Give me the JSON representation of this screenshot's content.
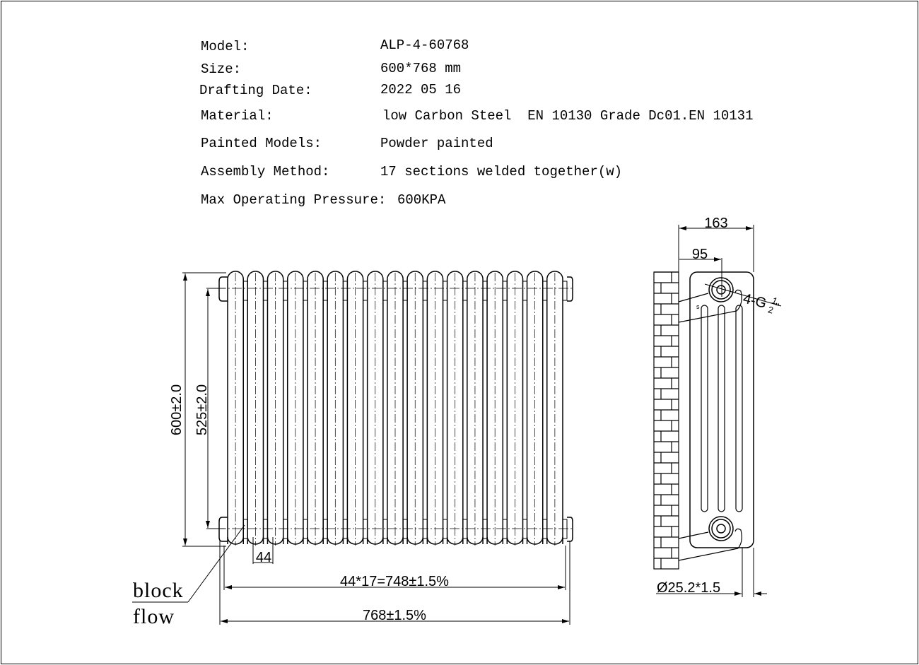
{
  "specs": [
    {
      "label": "Model:",
      "value": "ALP-4-60768"
    },
    {
      "label": "Size:",
      "value": "600*768 mm"
    },
    {
      "label": "Drafting Date:",
      "value": "2022 05 16"
    },
    {
      "label": "Material:",
      "value": "low Carbon Steel  EN 10130 Grade Dc01.EN 10131"
    },
    {
      "label": "Painted Models:",
      "value": "Powder painted"
    },
    {
      "label": "Assembly Method:",
      "value": "17 sections welded together(w)"
    },
    {
      "label": "Max Operating Pressure:",
      "value": "600KPA"
    }
  ],
  "front_view": {
    "sections": 17,
    "height_dim": "600±2.0",
    "centers_dim": "525±2.0",
    "pitch_dim": "44",
    "sections_length_dim": "44*17=748±1.5%",
    "total_length_dim": "768±1.5%",
    "label_block": "block",
    "label_flow": "flow"
  },
  "side_view": {
    "depth_dim": "163",
    "wall_to_center_dim": "95",
    "thread_label": "4-G",
    "thread_num": "1",
    "thread_den": "2",
    "thread_unit": "\"",
    "pipe_dim": "Ø25.2*1.5",
    "mark_s": "s"
  }
}
